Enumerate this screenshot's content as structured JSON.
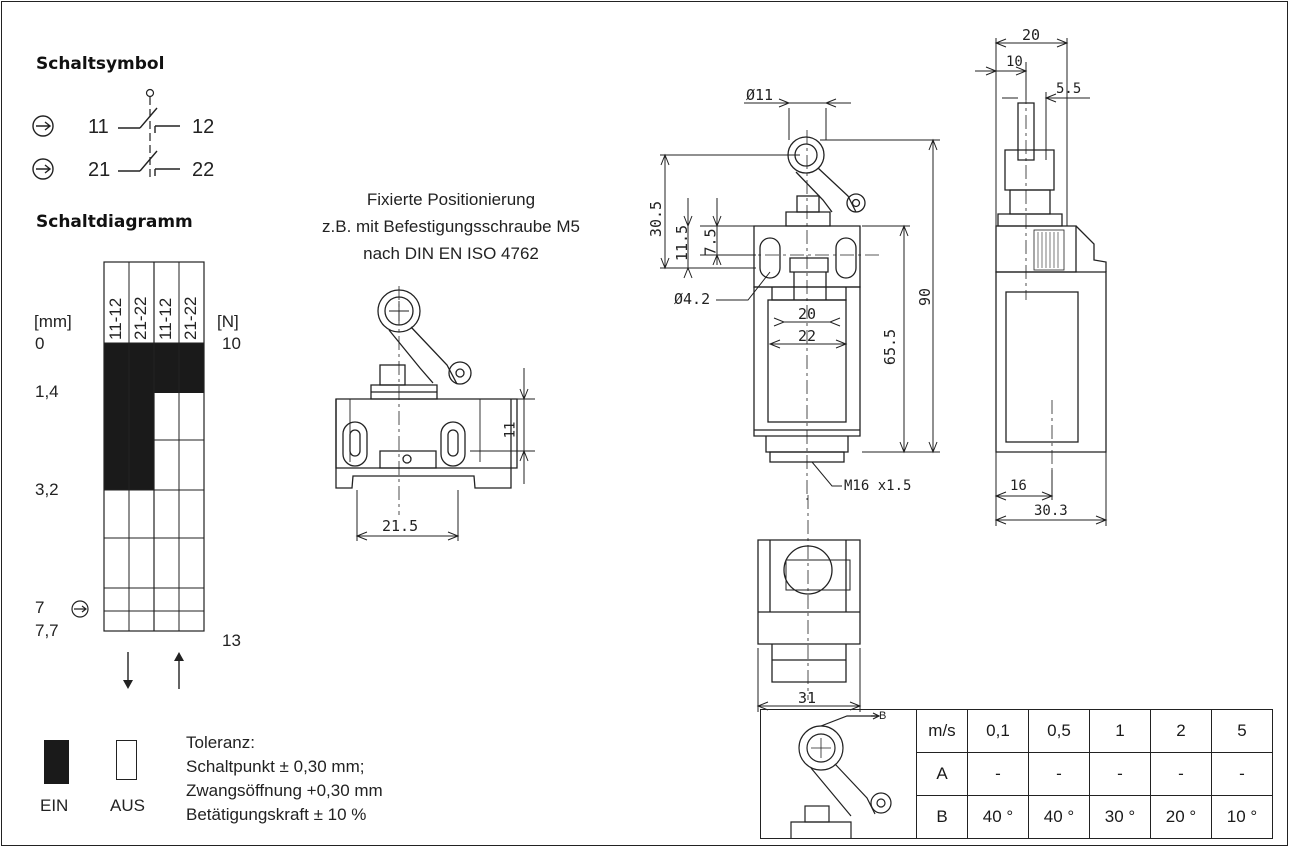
{
  "switching_symbol": {
    "title": "Schaltsymbol",
    "contact1_left": "11",
    "contact1_right": "12",
    "contact2_left": "21",
    "contact2_right": "22"
  },
  "switching_diagram": {
    "title": "Schaltdiagramm",
    "col_headers": [
      "11-12",
      "21-22",
      "11-12",
      "21-22"
    ],
    "left_unit": "[mm]",
    "right_unit": "[N]",
    "travel_labels": [
      "0",
      "1,4",
      "3,2",
      "7",
      "7,7"
    ],
    "force_labels": [
      "10",
      "13"
    ]
  },
  "legend": {
    "on_label": "EIN",
    "off_label": "AUS",
    "tolerance_title": "Toleranz:",
    "tolerance_lines": [
      "Schaltpunkt ± 0,30 mm;",
      "Zwangsöffnung +0,30 mm",
      "Betätigungskraft ± 10 %"
    ]
  },
  "fixed_positioning": {
    "lines": [
      "Fixierte Positionierung",
      "z.B. mit Befestigungsschraube M5",
      "nach DIN EN ISO 4762"
    ],
    "dim_height": "11",
    "dim_width": "21.5"
  },
  "front_view": {
    "dim_roller": "Ø11",
    "dim_30_5": "30.5",
    "dim_11_5": "11.5",
    "dim_7_5": "7.5",
    "dim_hole": "Ø4.2",
    "dim_20": "20",
    "dim_22": "22",
    "dim_65_5": "65.5",
    "dim_90": "90",
    "dim_thread": "M16 x1.5",
    "dim_31": "31"
  },
  "side_view": {
    "dim_20": "20",
    "dim_10": "10",
    "dim_5_5": "5.5",
    "dim_16": "16",
    "dim_30_3": "30.3"
  },
  "speed_table": {
    "marker": "B",
    "rows": [
      [
        "m/s",
        "0,1",
        "0,5",
        "1",
        "2",
        "5"
      ],
      [
        "A",
        "-",
        "-",
        "-",
        "-",
        "-"
      ],
      [
        "B",
        "40 °",
        "40 °",
        "30 °",
        "20 °",
        "10 °"
      ]
    ]
  }
}
